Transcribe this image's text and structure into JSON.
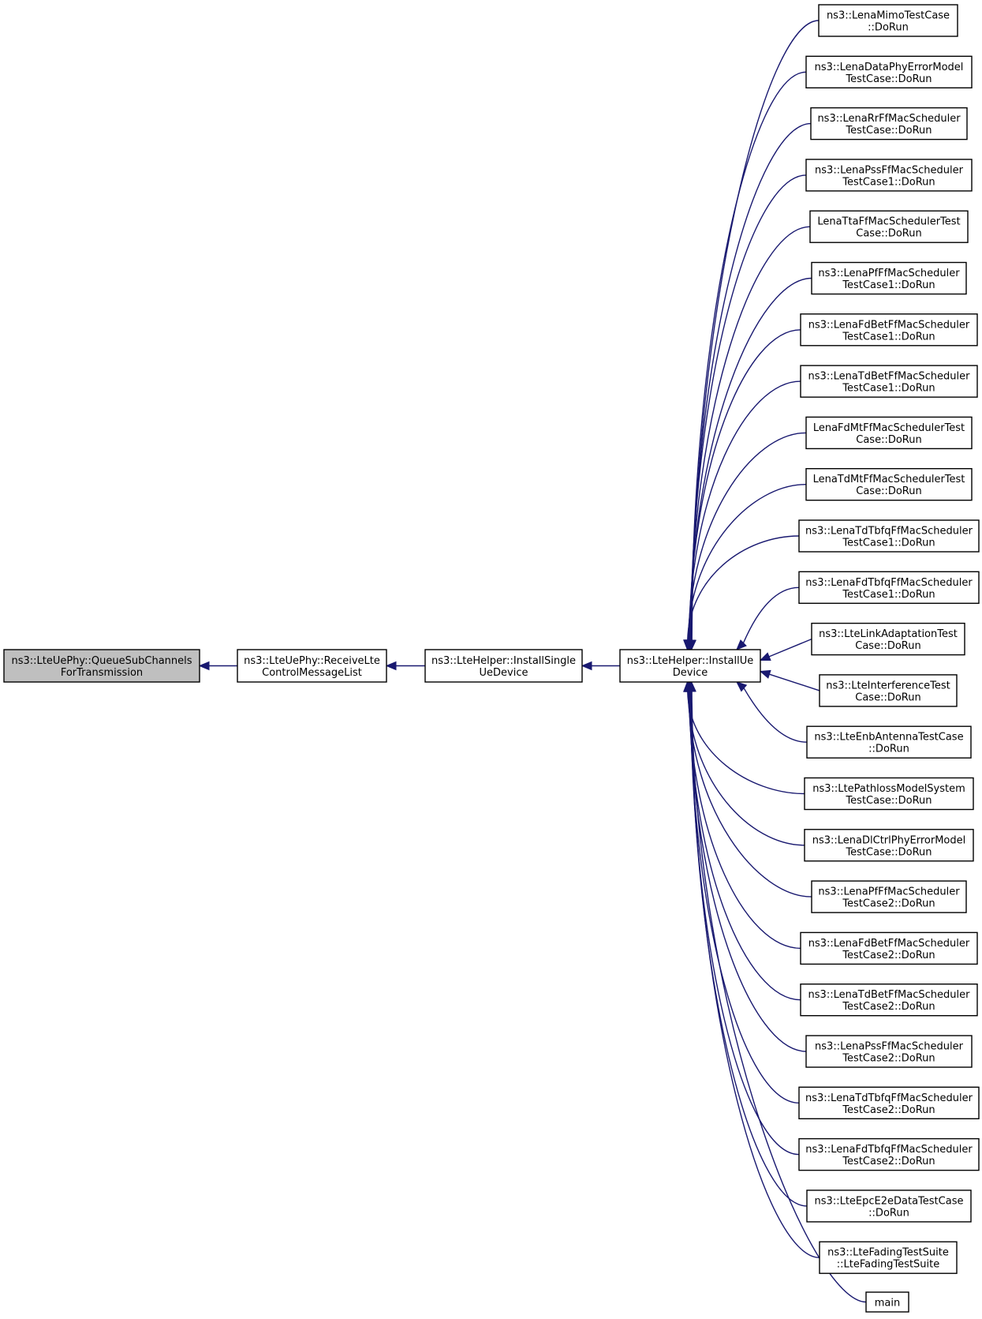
{
  "graph": {
    "edge_color": "#191970",
    "root_fill": "#bfbfbf",
    "nodes": [
      {
        "id": "queue",
        "lines": [
          "ns3::LteUePhy::QueueSubChannels",
          "ForTransmission"
        ],
        "highlighted": true
      },
      {
        "id": "receive",
        "lines": [
          "ns3::LteUePhy::ReceiveLte",
          "ControlMessageList"
        ]
      },
      {
        "id": "single",
        "lines": [
          "ns3::LteHelper::InstallSingle",
          "UeDevice"
        ]
      },
      {
        "id": "installue",
        "lines": [
          "ns3::LteHelper::InstallUe",
          "Device"
        ]
      },
      {
        "id": "c01",
        "lines": [
          "ns3::LenaMimoTestCase",
          "::DoRun"
        ]
      },
      {
        "id": "c02",
        "lines": [
          "ns3::LenaDataPhyErrorModel",
          "TestCase::DoRun"
        ]
      },
      {
        "id": "c03",
        "lines": [
          "ns3::LenaRrFfMacScheduler",
          "TestCase::DoRun"
        ]
      },
      {
        "id": "c04",
        "lines": [
          "ns3::LenaPssFfMacScheduler",
          "TestCase1::DoRun"
        ]
      },
      {
        "id": "c05",
        "lines": [
          "LenaTtaFfMacSchedulerTest",
          "Case::DoRun"
        ]
      },
      {
        "id": "c06",
        "lines": [
          "ns3::LenaPfFfMacScheduler",
          "TestCase1::DoRun"
        ]
      },
      {
        "id": "c07",
        "lines": [
          "ns3::LenaFdBetFfMacScheduler",
          "TestCase1::DoRun"
        ]
      },
      {
        "id": "c08",
        "lines": [
          "ns3::LenaTdBetFfMacScheduler",
          "TestCase1::DoRun"
        ]
      },
      {
        "id": "c09",
        "lines": [
          "LenaFdMtFfMacSchedulerTest",
          "Case::DoRun"
        ]
      },
      {
        "id": "c10",
        "lines": [
          "LenaTdMtFfMacSchedulerTest",
          "Case::DoRun"
        ]
      },
      {
        "id": "c11",
        "lines": [
          "ns3::LenaTdTbfqFfMacScheduler",
          "TestCase1::DoRun"
        ]
      },
      {
        "id": "c12",
        "lines": [
          "ns3::LenaFdTbfqFfMacScheduler",
          "TestCase1::DoRun"
        ]
      },
      {
        "id": "c13",
        "lines": [
          "ns3::LteLinkAdaptationTest",
          "Case::DoRun"
        ]
      },
      {
        "id": "c14",
        "lines": [
          "ns3::LteInterferenceTest",
          "Case::DoRun"
        ]
      },
      {
        "id": "c15",
        "lines": [
          "ns3::LteEnbAntennaTestCase",
          "::DoRun"
        ]
      },
      {
        "id": "c16",
        "lines": [
          "ns3::LtePathlossModelSystem",
          "TestCase::DoRun"
        ]
      },
      {
        "id": "c17",
        "lines": [
          "ns3::LenaDlCtrlPhyErrorModel",
          "TestCase::DoRun"
        ]
      },
      {
        "id": "c18",
        "lines": [
          "ns3::LenaPfFfMacScheduler",
          "TestCase2::DoRun"
        ]
      },
      {
        "id": "c19",
        "lines": [
          "ns3::LenaFdBetFfMacScheduler",
          "TestCase2::DoRun"
        ]
      },
      {
        "id": "c20",
        "lines": [
          "ns3::LenaTdBetFfMacScheduler",
          "TestCase2::DoRun"
        ]
      },
      {
        "id": "c21",
        "lines": [
          "ns3::LenaPssFfMacScheduler",
          "TestCase2::DoRun"
        ]
      },
      {
        "id": "c22",
        "lines": [
          "ns3::LenaTdTbfqFfMacScheduler",
          "TestCase2::DoRun"
        ]
      },
      {
        "id": "c23",
        "lines": [
          "ns3::LenaFdTbfqFfMacScheduler",
          "TestCase2::DoRun"
        ]
      },
      {
        "id": "c24",
        "lines": [
          "ns3::LteEpcE2eDataTestCase",
          "::DoRun"
        ]
      },
      {
        "id": "c25",
        "lines": [
          "ns3::LteFadingTestSuite",
          "::LteFadingTestSuite"
        ]
      },
      {
        "id": "c26",
        "lines": [
          "main"
        ]
      }
    ],
    "edges": [
      [
        "receive",
        "queue"
      ],
      [
        "single",
        "receive"
      ],
      [
        "installue",
        "single"
      ],
      [
        "c01",
        "installue"
      ],
      [
        "c02",
        "installue"
      ],
      [
        "c03",
        "installue"
      ],
      [
        "c04",
        "installue"
      ],
      [
        "c05",
        "installue"
      ],
      [
        "c06",
        "installue"
      ],
      [
        "c07",
        "installue"
      ],
      [
        "c08",
        "installue"
      ],
      [
        "c09",
        "installue"
      ],
      [
        "c10",
        "installue"
      ],
      [
        "c11",
        "installue"
      ],
      [
        "c12",
        "installue"
      ],
      [
        "c13",
        "installue"
      ],
      [
        "c14",
        "installue"
      ],
      [
        "c15",
        "installue"
      ],
      [
        "c16",
        "installue"
      ],
      [
        "c17",
        "installue"
      ],
      [
        "c18",
        "installue"
      ],
      [
        "c19",
        "installue"
      ],
      [
        "c20",
        "installue"
      ],
      [
        "c21",
        "installue"
      ],
      [
        "c22",
        "installue"
      ],
      [
        "c23",
        "installue"
      ],
      [
        "c24",
        "installue"
      ],
      [
        "c25",
        "installue"
      ],
      [
        "c26",
        "installue"
      ]
    ]
  }
}
